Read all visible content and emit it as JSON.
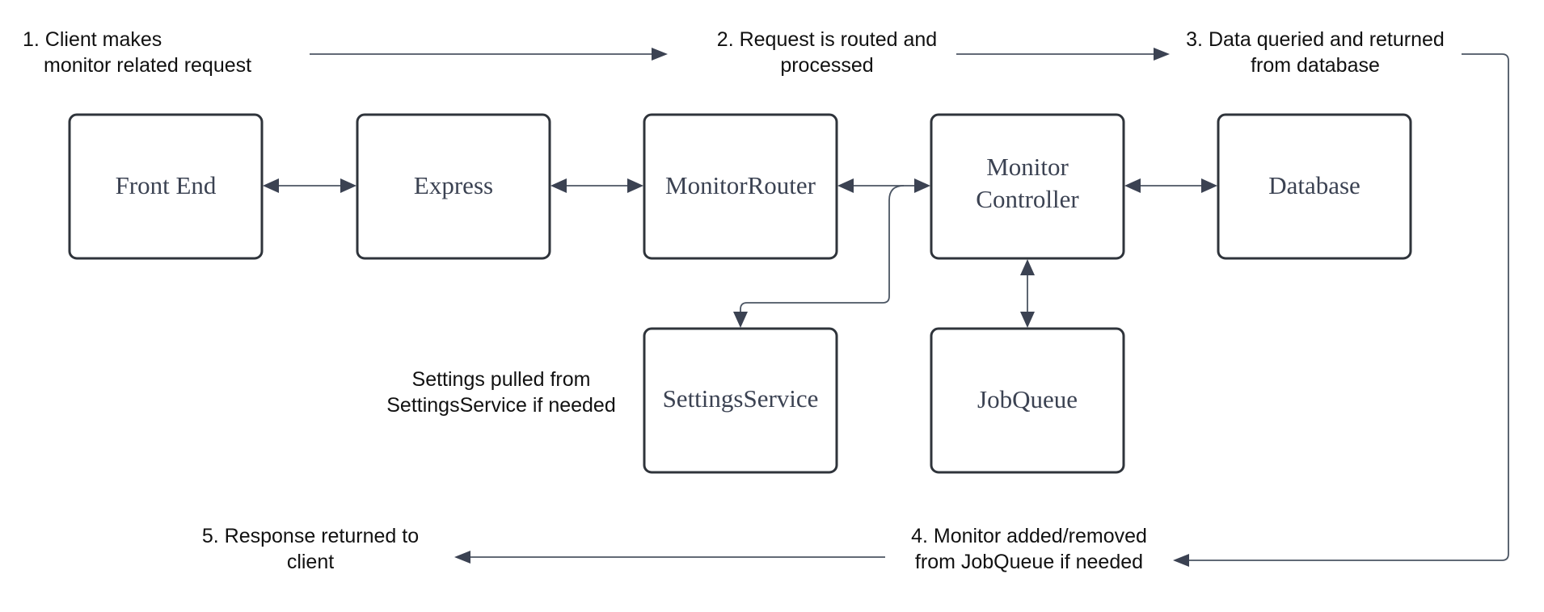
{
  "steps": {
    "step1": {
      "line1": "1.  Client makes",
      "line2": "monitor related request"
    },
    "step2": {
      "line1": "2.  Request is routed and",
      "line2": "processed"
    },
    "step3": {
      "line1": "3. Data queried and returned",
      "line2": "from database"
    },
    "step4": {
      "line1": "4.  Monitor added/removed",
      "line2": "from JobQueue if needed"
    },
    "step5": {
      "line1": "5.  Response returned to",
      "line2": "client"
    },
    "settings_note": {
      "line1": "Settings pulled from",
      "line2": "SettingsService if needed"
    }
  },
  "nodes": {
    "front_end": {
      "label": "Front End"
    },
    "express": {
      "label": "Express"
    },
    "monitor_router": {
      "label": "MonitorRouter"
    },
    "monitor_controller": {
      "line1": "Monitor",
      "line2": "Controller"
    },
    "database": {
      "label": "Database"
    },
    "settings_service": {
      "label": "SettingsService"
    },
    "job_queue": {
      "label": "JobQueue"
    }
  },
  "colors": {
    "box_stroke": "#2f343b",
    "arrow": "#3b4252",
    "line": "#4b5563"
  }
}
